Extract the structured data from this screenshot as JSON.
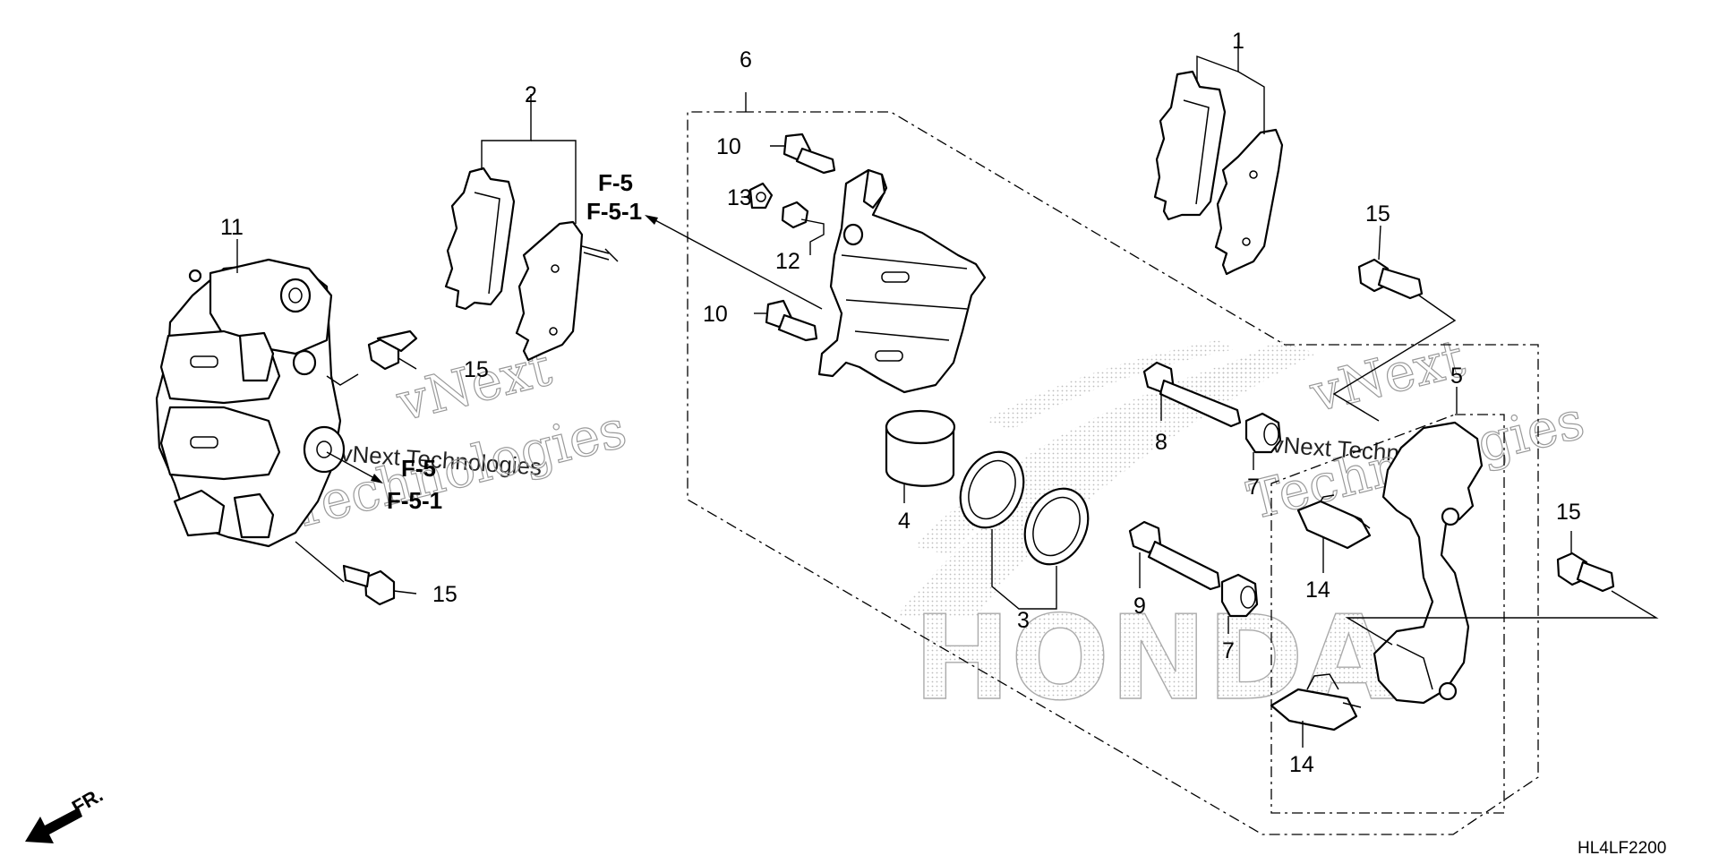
{
  "diagram": {
    "drawing_code": "HL4LF2200",
    "direction_label": "FR.",
    "cross_refs": {
      "top_primary": "F-5",
      "top_secondary": "F-5-1",
      "left_primary": "F-5",
      "left_secondary": "F-5-1"
    },
    "watermark": {
      "line1": "vNext",
      "line2": "vNext Technologies",
      "line3": "Technologies",
      "brand": "HONDA"
    },
    "callouts": {
      "c1": "1",
      "c2": "2",
      "c3": "3",
      "c4": "4",
      "c5": "5",
      "c6": "6",
      "c7a": "7",
      "c7b": "7",
      "c8": "8",
      "c9": "9",
      "c10a": "10",
      "c10b": "10",
      "c11": "11",
      "c12": "12",
      "c13": "13",
      "c14a": "14",
      "c14b": "14",
      "c15a": "15",
      "c15b": "15",
      "c15c": "15",
      "c15d": "15"
    }
  }
}
